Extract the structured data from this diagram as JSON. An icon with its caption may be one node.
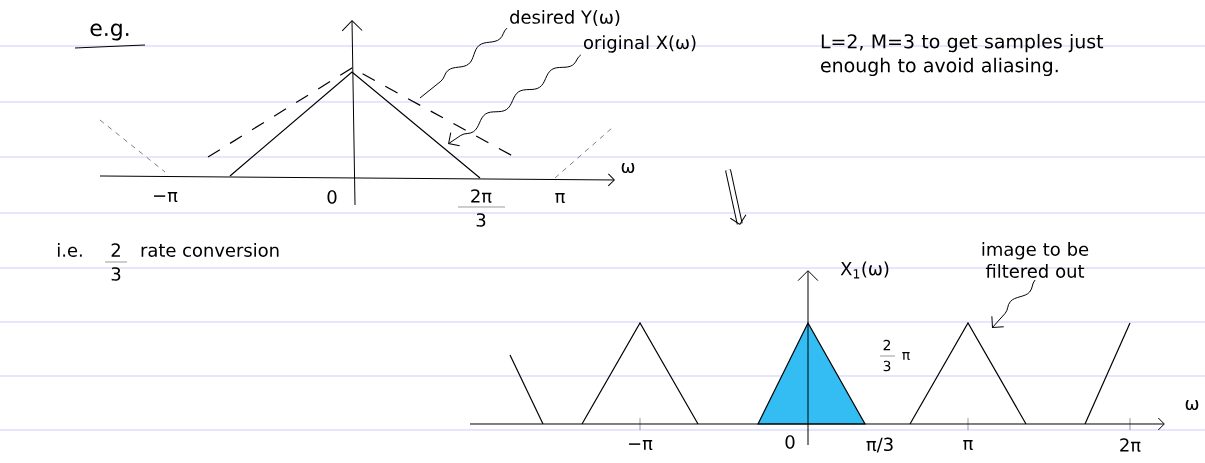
{
  "diagram": {
    "nodes": [
      {
        "text": [
          "desired Y(ω)"
        ]
      },
      {
        "text": [
          "original X(ω)"
        ]
      },
      {
        "text": [
          "image to be filtered out"
        ]
      }
    ],
    "edges": [
      {
        "from": 0,
        "to": null,
        "arrow": "none"
      },
      {
        "from": 1,
        "to": null,
        "arrow": "to"
      },
      {
        "from": 2,
        "to": null,
        "arrow": "to"
      }
    ],
    "labels": [
      "e.g.",
      "L=2, M=3 to get samples just enough to avoid aliasing.",
      "−π",
      "0",
      "2π",
      "3",
      "π",
      "ω",
      "i.e.",
      "2",
      "3",
      "rate conversion",
      "X$_{1}$(ω)",
      "2",
      "3",
      "π",
      "−π",
      "0",
      "π/3",
      "π",
      "2π",
      "ω"
    ]
  }
}
